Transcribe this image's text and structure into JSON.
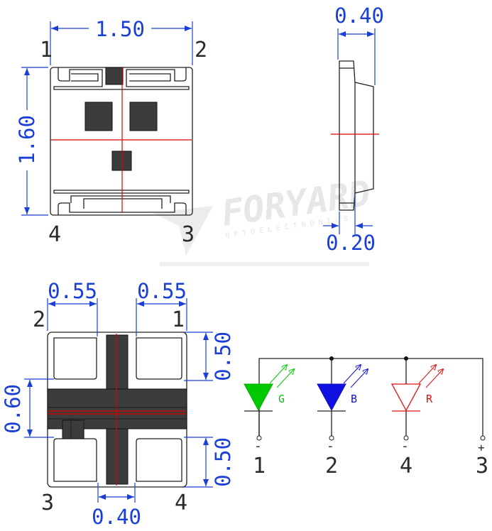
{
  "top_view": {
    "width_dim": "1.50",
    "height_dim": "1.60",
    "pin_labels": [
      "1",
      "2",
      "3",
      "4"
    ]
  },
  "side_view": {
    "top_dim": "0.40",
    "bottom_dim": "0.20"
  },
  "bottom_view": {
    "left_pad_dim": "0.55",
    "right_pad_dim": "0.55",
    "top_pad_height_dim": "0.50",
    "center_height_dim": "0.60",
    "bottom_pad_height_dim": "0.50",
    "center_width_dim": "0.40",
    "pin_labels": [
      "2",
      "1",
      "3",
      "4"
    ]
  },
  "watermark": {
    "brand": "FORYARD",
    "subtitle": "OPTOELECTRONICS"
  },
  "schematic": {
    "leds": [
      {
        "letter": "G",
        "pin_label": "1",
        "pin_sign": "-",
        "color": "#00c800"
      },
      {
        "letter": "B",
        "pin_label": "2",
        "pin_sign": "-",
        "color": "#1010e0"
      },
      {
        "letter": "R",
        "pin_label": "4",
        "pin_sign": "-",
        "color": "#e01010"
      }
    ],
    "common": {
      "pin_label": "3",
      "pin_sign": "+"
    }
  },
  "colors": {
    "dimension": "#1a3fd6",
    "centerline": "#e00000",
    "outline": "#222222"
  }
}
